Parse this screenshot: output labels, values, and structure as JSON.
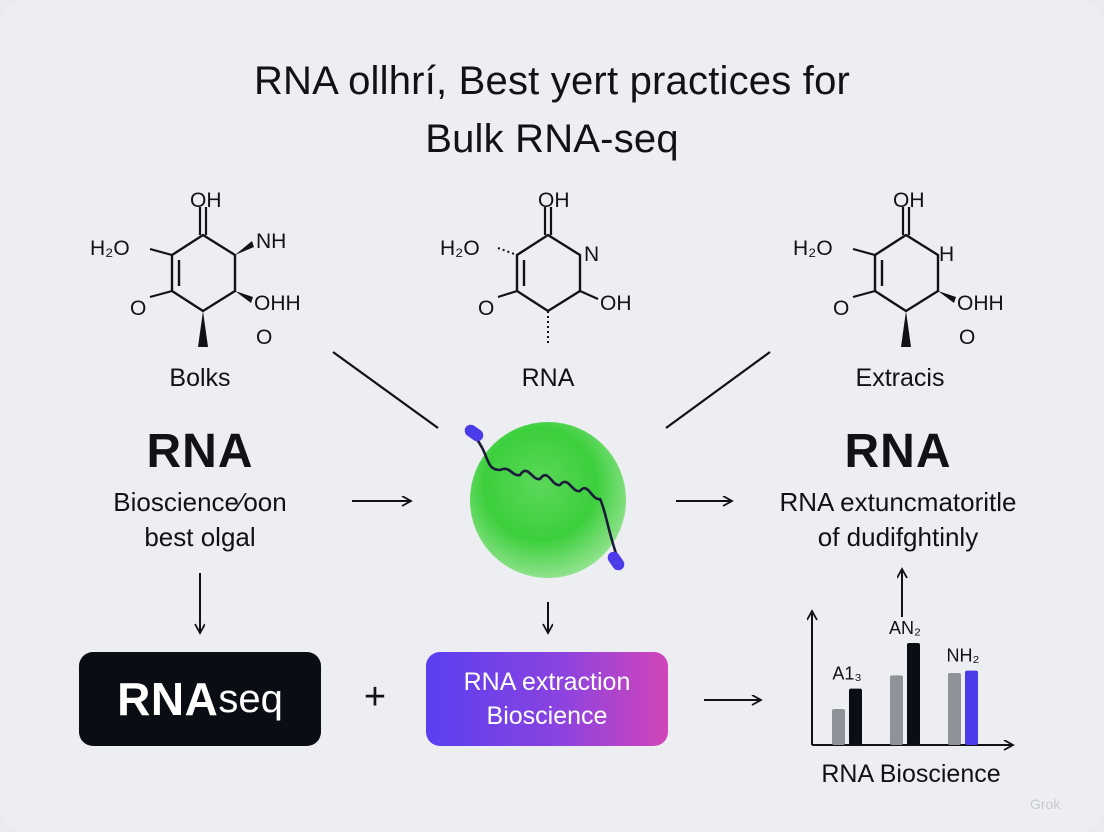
{
  "title": {
    "line1": "RNA ollhrí, Best yert practices for",
    "line2": "Bulk RNA-seq"
  },
  "molecules": {
    "left": {
      "top": "OH",
      "left": "H₂O",
      "right": "NH",
      "bottom_left": "O",
      "bottom_right": "OHH",
      "bottom": "O",
      "caption": "Bolks"
    },
    "center": {
      "top": "OH",
      "left": "H₂O",
      "right": "N",
      "bottom_left": "O",
      "bottom_right": "OH",
      "caption": "RNA"
    },
    "right": {
      "top": "OH",
      "left": "H₂O",
      "right": "H",
      "bottom_left": "O",
      "bottom_right": "OHH",
      "bottom": "O",
      "caption": "Extracis"
    }
  },
  "left_block": {
    "heading": "RNA",
    "line1": "Bioscience⁄oon",
    "line2": "best olgal"
  },
  "right_block": {
    "heading": "RNA",
    "line1": "RNA extuncmatoritle",
    "line2": "of dudifghtinly"
  },
  "rnaseq_box": {
    "bold": "RNA",
    "light": "seq"
  },
  "plus": "+",
  "extraction_box": {
    "line1": "RNA extraction",
    "line2": "Bioscience"
  },
  "colors": {
    "background": "#eceef1",
    "green": "#3ccf3c",
    "purple": "#5a3ff0",
    "magenta": "#d245b9",
    "dark": "#0b0d14"
  },
  "chart_data": {
    "type": "bar",
    "caption": "RNA Bioscience",
    "annotations": [
      "A1₃",
      "AN₂",
      "NH₂"
    ],
    "groups": [
      {
        "label": "A1₃",
        "bars": [
          {
            "color": "gray",
            "value": 0.3
          },
          {
            "color": "black",
            "value": 0.47
          }
        ]
      },
      {
        "label": "AN₂",
        "bars": [
          {
            "color": "gray",
            "value": 0.58
          },
          {
            "color": "black",
            "value": 0.85
          }
        ]
      },
      {
        "label": "NH₂",
        "bars": [
          {
            "color": "gray",
            "value": 0.6
          },
          {
            "color": "blue",
            "value": 0.62
          }
        ]
      }
    ]
  },
  "watermark": "Grok"
}
